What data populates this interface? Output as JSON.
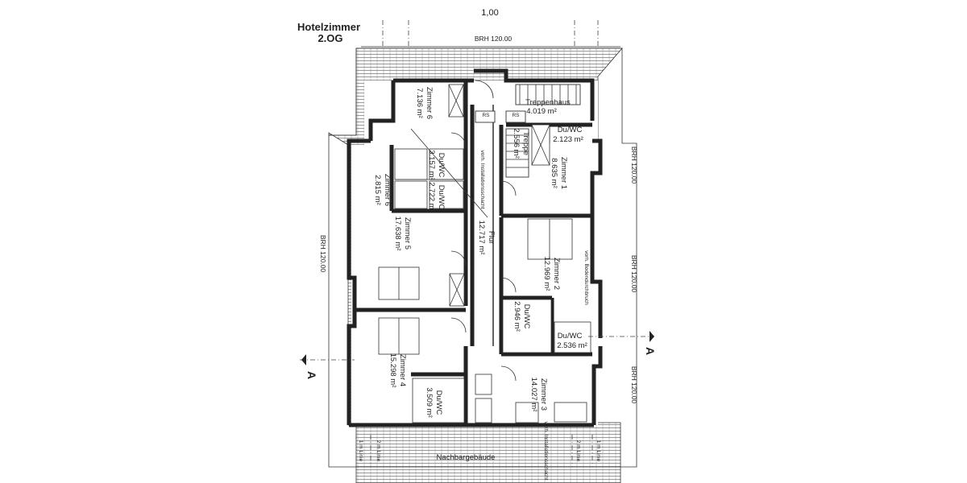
{
  "title": {
    "line1": "Hotelzimmer",
    "line2": "2.OG"
  },
  "dimension_top": "1,00",
  "brh": {
    "top": "BRH 120.00",
    "left": "BRH 120.00",
    "right_1": "BRH 120.00",
    "right_2": "BRH 120.00",
    "right_3": "BRH 120.00"
  },
  "rooms": {
    "zimmer6": {
      "name": "Zimmer 6",
      "area": "7.136 m²"
    },
    "duwc_a": {
      "name": "Du/WC",
      "area": "3.157 m²"
    },
    "duwc_b": {
      "name": "Du/WC",
      "area": "2.722 m²"
    },
    "zimmer6b": {
      "name": "Zimmer 6",
      "area": "2.815 m²"
    },
    "treppenhaus": {
      "name": "Treppenhaus",
      "area": "4.019 m²"
    },
    "treppe": {
      "name": "Treppe",
      "area": "2.556 m²"
    },
    "duwc_c": {
      "name": "Du/WC",
      "area": "2.123 m²"
    },
    "zimmer1": {
      "name": "Zimmer 1",
      "area": "8.635 m²"
    },
    "flur": {
      "name": "Flur",
      "area": "12.717 m²"
    },
    "zimmer5": {
      "name": "Zimmer 5",
      "area": "17.638 m²"
    },
    "zimmer2": {
      "name": "Zimmer 2",
      "area": "12.969 m²"
    },
    "duwc_d": {
      "name": "Du/WC",
      "area": "2.946 m²"
    },
    "duwc_e": {
      "name": "Du/WC",
      "area": "2.536 m²"
    },
    "zimmer4": {
      "name": "Zimmer 4",
      "area": "15.298 m²"
    },
    "zimmer3": {
      "name": "Zimmer 3",
      "area": "14.027 m²"
    },
    "duwc_f": {
      "name": "Du/WC",
      "area": "3.509 m²"
    }
  },
  "notes": {
    "installationsschacht": "vorh. Installationsschacht",
    "installationsschacht_bottom": "vorh. Installationsschacht",
    "bodendurchbruch": "vorh. Bodendurchbruch",
    "rs1": "RS",
    "rs2": "RS",
    "nachbargebaeude": "Nachbargebäude",
    "linie_2m_left": "2 m Linie",
    "linie_1m_left": "1 m Linie",
    "linie_2m_right": "2 m Linie",
    "linie_1m_right": "1 m Linie"
  },
  "section": {
    "left": "A",
    "right": "A"
  },
  "colors": {
    "ink": "#222222",
    "paper": "#ffffff"
  }
}
